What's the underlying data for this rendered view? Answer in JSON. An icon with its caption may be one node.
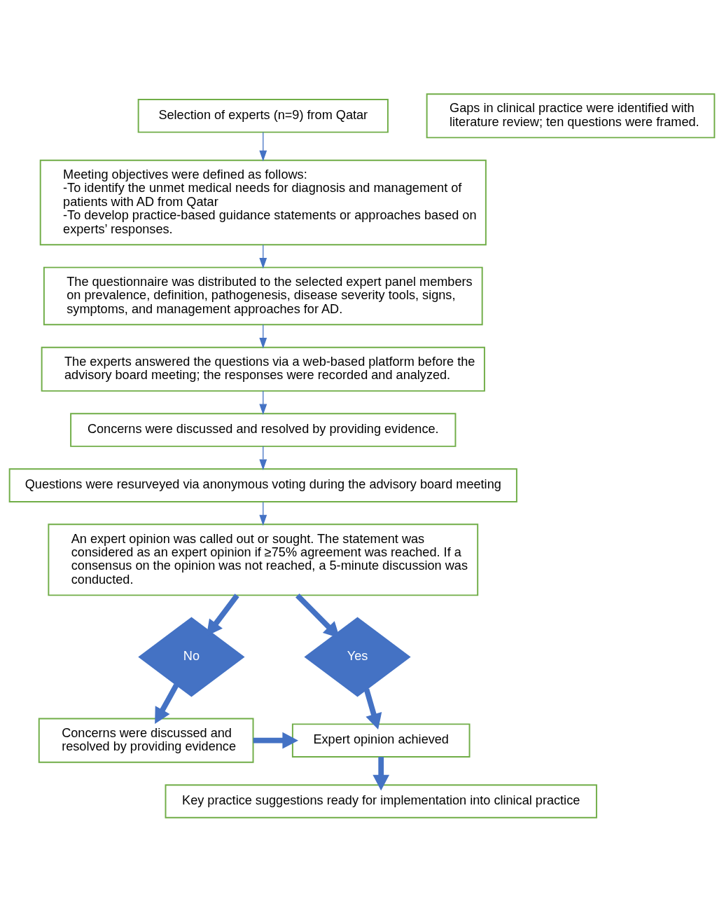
{
  "diagram": {
    "nodes": [
      {
        "text": [
          "Selection of experts (n=9) from Qatar"
        ]
      },
      {
        "text": [
          "Gaps in clinical practice were identified with literature review; ten questions were framed."
        ]
      },
      {
        "text": [
          "Meeting objectives were defined as follows:",
          "-To identify the unmet medical needs for diagnosis and management of patients with AD from Qatar",
          "-To develop practice-based guidance statements or approaches based on experts’ responses."
        ]
      },
      {
        "text": [
          "The questionnaire was distributed to the selected expert panel members on prevalence, definition, pathogenesis, disease severity tools, signs, symptoms, and management approaches for AD."
        ]
      },
      {
        "text": [
          "The experts answered the questions via a web-based platform before the advisory board meeting; the responses were recorded and analyzed."
        ]
      },
      {
        "text": [
          "Concerns were discussed and resolved by providing evidence."
        ]
      },
      {
        "text": [
          "Questions were resurveyed via anonymous voting during the advisory board meeting"
        ]
      },
      {
        "text": [
          "An expert opinion was called out or sought. The statement was considered as an expert opinion if ≥75% agreement was reached. If a consensus on the opinion was not reached, a 5-minute discussion was conducted."
        ]
      },
      {
        "text": [
          "No"
        ]
      },
      {
        "text": [
          "Yes"
        ]
      },
      {
        "text": [
          "Concerns were discussed and resolved by providing evidence"
        ]
      },
      {
        "text": [
          "Expert opinion achieved"
        ]
      },
      {
        "text": [
          "Key practice suggestions ready for implementation into clinical practice"
        ]
      }
    ],
    "edges": [
      {
        "from": 0,
        "to": 2,
        "arrow": "to"
      },
      {
        "from": 2,
        "to": 3,
        "arrow": "to"
      },
      {
        "from": 3,
        "to": 4,
        "arrow": "to"
      },
      {
        "from": 4,
        "to": 5,
        "arrow": "to"
      },
      {
        "from": 5,
        "to": 6,
        "arrow": "to"
      },
      {
        "from": 6,
        "to": 7,
        "arrow": "to"
      },
      {
        "from": 7,
        "to": 8,
        "arrow": "to",
        "style": "thick"
      },
      {
        "from": 7,
        "to": 9,
        "arrow": "to",
        "style": "thick"
      },
      {
        "from": 8,
        "to": 10,
        "arrow": "to",
        "style": "thick"
      },
      {
        "from": 9,
        "to": 11,
        "arrow": "to",
        "style": "thick"
      },
      {
        "from": 10,
        "to": 11,
        "arrow": "to",
        "style": "thick"
      },
      {
        "from": 11,
        "to": 12,
        "arrow": "to",
        "style": "thick"
      }
    ]
  }
}
